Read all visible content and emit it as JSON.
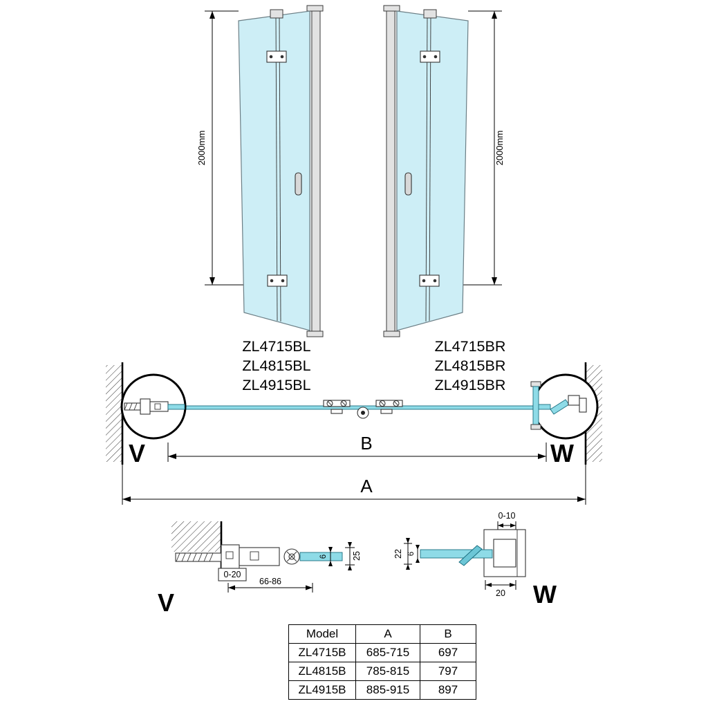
{
  "title": "Folding shower door technical drawing",
  "colors": {
    "glass_fill": "#cdeef6",
    "plan_glass": "#8edbe7",
    "profile_gray": "#e2e2e2",
    "line": "#000000"
  },
  "doors": {
    "left": {
      "height_dim": "2000mm",
      "models": [
        "ZL4715BL",
        "ZL4815BL",
        "ZL4915BL"
      ]
    },
    "right": {
      "height_dim": "2000mm",
      "models": [
        "ZL4715BR",
        "ZL4815BR",
        "ZL4915BR"
      ]
    }
  },
  "plan": {
    "dim_b": "B",
    "dim_a": "A",
    "detail_v": "V",
    "detail_w": "W"
  },
  "detail_v": {
    "label": "V",
    "dim_adjust": "0-20",
    "dim_range": "66-86",
    "dim_depth": "25",
    "dim_glass": "6"
  },
  "detail_w": {
    "label": "W",
    "dim_adjust": "0-10",
    "dim_height": "22",
    "dim_glass": "6",
    "dim_depth": "20"
  },
  "table": {
    "headers": [
      "Model",
      "A",
      "B"
    ],
    "rows": [
      {
        "model": "ZL4715B",
        "a": "685-715",
        "b": "697"
      },
      {
        "model": "ZL4815B",
        "a": "785-815",
        "b": "797"
      },
      {
        "model": "ZL4915B",
        "a": "885-915",
        "b": "897"
      }
    ]
  }
}
